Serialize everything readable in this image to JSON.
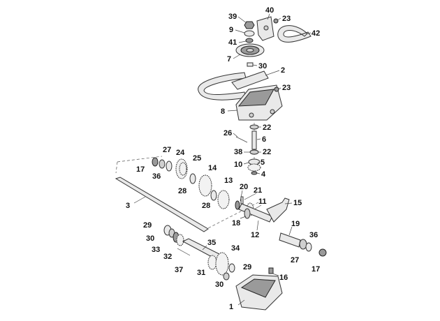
{
  "diagram": {
    "callouts": [
      "39",
      "40",
      "23",
      "9",
      "42",
      "41",
      "7",
      "30",
      "2",
      "23",
      "8",
      "22",
      "26",
      "6",
      "38",
      "22",
      "10",
      "5",
      "4",
      "27",
      "24",
      "25",
      "17",
      "36",
      "14",
      "28",
      "13",
      "28",
      "20",
      "21",
      "11",
      "15",
      "3",
      "18",
      "12",
      "29",
      "30",
      "33",
      "32",
      "35",
      "19",
      "36",
      "34",
      "37",
      "31",
      "29",
      "30",
      "16",
      "27",
      "17",
      "1"
    ]
  }
}
